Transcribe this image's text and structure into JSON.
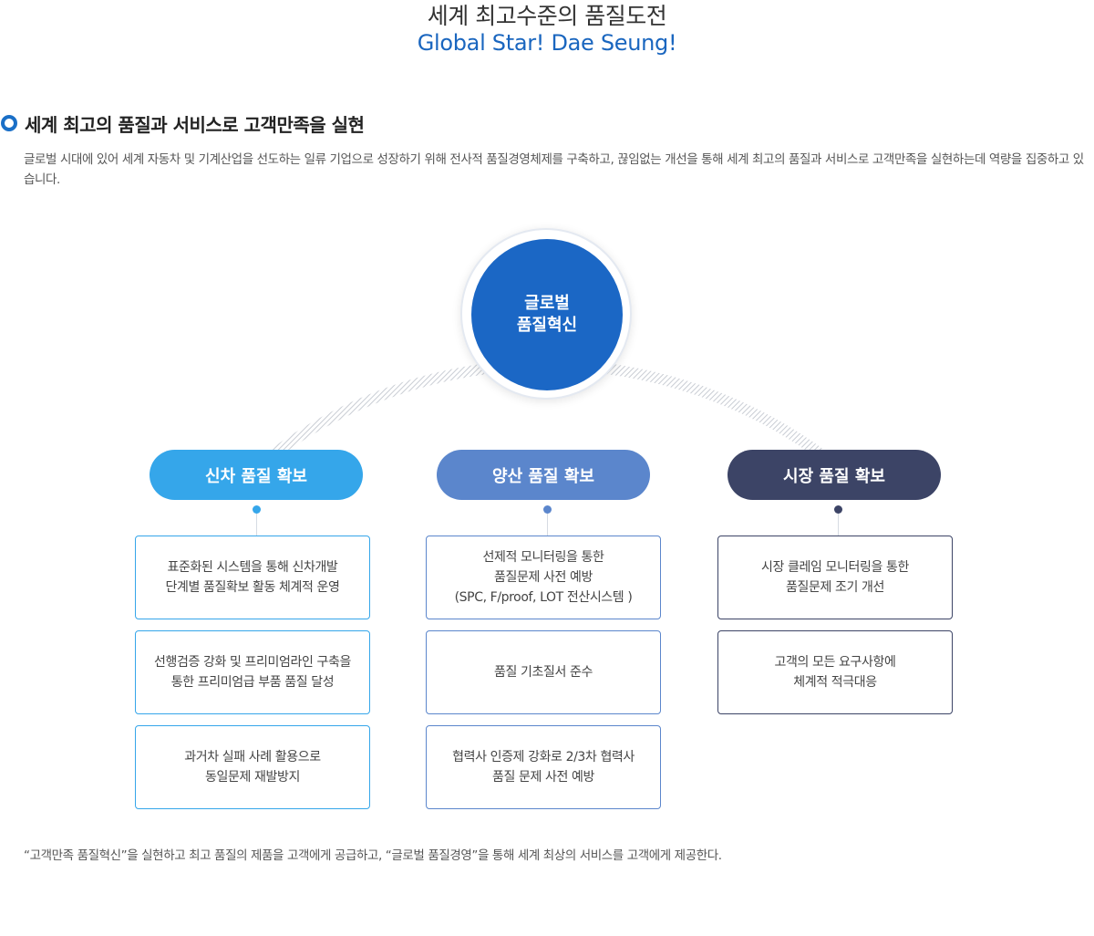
{
  "header": {
    "title": "세계 최고수준의 품질도전",
    "subtitle": "Global Star! Dae Seung!"
  },
  "section": {
    "title": "세계 최고의 품질과 서비스로 고객만족을 실현",
    "intro": "글로벌 시대에 있어 세계 자동차 및 기계산업을 선도하는 일류 기업으로 성장하기 위해 전사적  품질경영체제를 구축하고, 끊임없는 개선을 통해 세계 최고의 품질과 서비스로 고객만족을 실현하는데 역량을 집중하고 있습니다."
  },
  "hub": {
    "line1": "글로벌",
    "line2": "품질혁신"
  },
  "columns": [
    {
      "label": "신차 품질 확보",
      "color": "#35a6ea",
      "items": [
        "표준화된 시스템을 통해 신차개발\n단계별 품질확보 활동 체계적 운영",
        "선행검증 강화 및 프리미엄라인 구축을\n통한 프리미엄급 부품 품질 달성",
        "과거차 실패 사례 활용으로\n동일문제 재발방지"
      ]
    },
    {
      "label": "양산 품질 확보",
      "color": "#5b86cc",
      "items": [
        "선제적 모니터링을 통한\n품질문제 사전 예방\n(SPC, F/proof, LOT 전산시스템 )",
        "품질 기초질서 준수",
        "협력사 인증제 강화로 2/3차 협력사\n품질 문제 사전 예방"
      ]
    },
    {
      "label": "시장 품질 확보",
      "color": "#3c4466",
      "items": [
        "시장 클레임 모니터링을 통한\n품질문제 조기 개선",
        "고객의 모든 요구사항에\n체계적 적극대응"
      ]
    }
  ],
  "footer": "“고객만족 품질혁신”을 실현하고 최고 품질의 제품을 고객에게 공급하고, “글로벌 품질경영”을 통해 세계 최상의 서비스를 고객에게 제공한다."
}
